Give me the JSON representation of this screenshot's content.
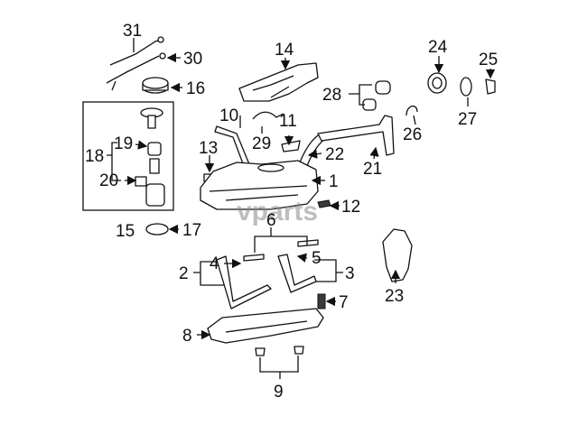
{
  "watermark": "vparts",
  "callouts": [
    {
      "id": "c31",
      "label": "31"
    },
    {
      "id": "c30",
      "label": "30"
    },
    {
      "id": "c16",
      "label": "16"
    },
    {
      "id": "c14",
      "label": "14"
    },
    {
      "id": "c24",
      "label": "24"
    },
    {
      "id": "c25",
      "label": "25"
    },
    {
      "id": "c28",
      "label": "28"
    },
    {
      "id": "c10",
      "label": "10"
    },
    {
      "id": "c11",
      "label": "11"
    },
    {
      "id": "c29",
      "label": "29"
    },
    {
      "id": "c26",
      "label": "26"
    },
    {
      "id": "c27",
      "label": "27"
    },
    {
      "id": "c19",
      "label": "19"
    },
    {
      "id": "c18",
      "label": "18"
    },
    {
      "id": "c13",
      "label": "13"
    },
    {
      "id": "c22",
      "label": "22"
    },
    {
      "id": "c21",
      "label": "21"
    },
    {
      "id": "c20",
      "label": "20"
    },
    {
      "id": "c1",
      "label": "1"
    },
    {
      "id": "c12",
      "label": "12"
    },
    {
      "id": "c15",
      "label": "15"
    },
    {
      "id": "c17",
      "label": "17"
    },
    {
      "id": "c6",
      "label": "6"
    },
    {
      "id": "c4",
      "label": "4"
    },
    {
      "id": "c5",
      "label": "5"
    },
    {
      "id": "c2",
      "label": "2"
    },
    {
      "id": "c3",
      "label": "3"
    },
    {
      "id": "c7",
      "label": "7"
    },
    {
      "id": "c23",
      "label": "23"
    },
    {
      "id": "c8",
      "label": "8"
    },
    {
      "id": "c9",
      "label": "9"
    }
  ]
}
